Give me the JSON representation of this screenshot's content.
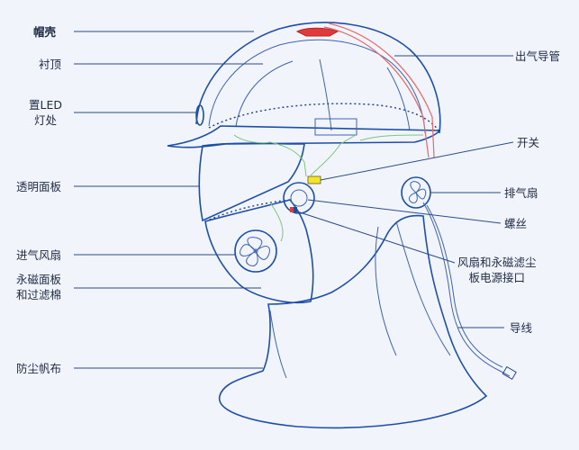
{
  "labels": {
    "shell": "帽壳",
    "lining": "衬顶",
    "led_line1": "置LED",
    "led_line2": "灯处",
    "visor": "透明面板",
    "intake_fan": "进气风扇",
    "magnet_line1": "永磁面板",
    "magnet_line2": "和过滤棉",
    "dust_cloth": "防尘帆布",
    "exhaust_pipe": "出气导管",
    "switch": "开关",
    "exhaust_fan": "排气扇",
    "screw": "螺丝",
    "port_line1": "风扇和永磁滤尘",
    "port_line2": "板电源接口",
    "wire": "导线"
  },
  "colors": {
    "background": "#f1f5fb",
    "outline": "#1e4fa8",
    "red_accent": "#e03a3a",
    "switch_fill": "#f5e52a",
    "green_wire": "#7cc47a",
    "text": "#1f2a44"
  }
}
